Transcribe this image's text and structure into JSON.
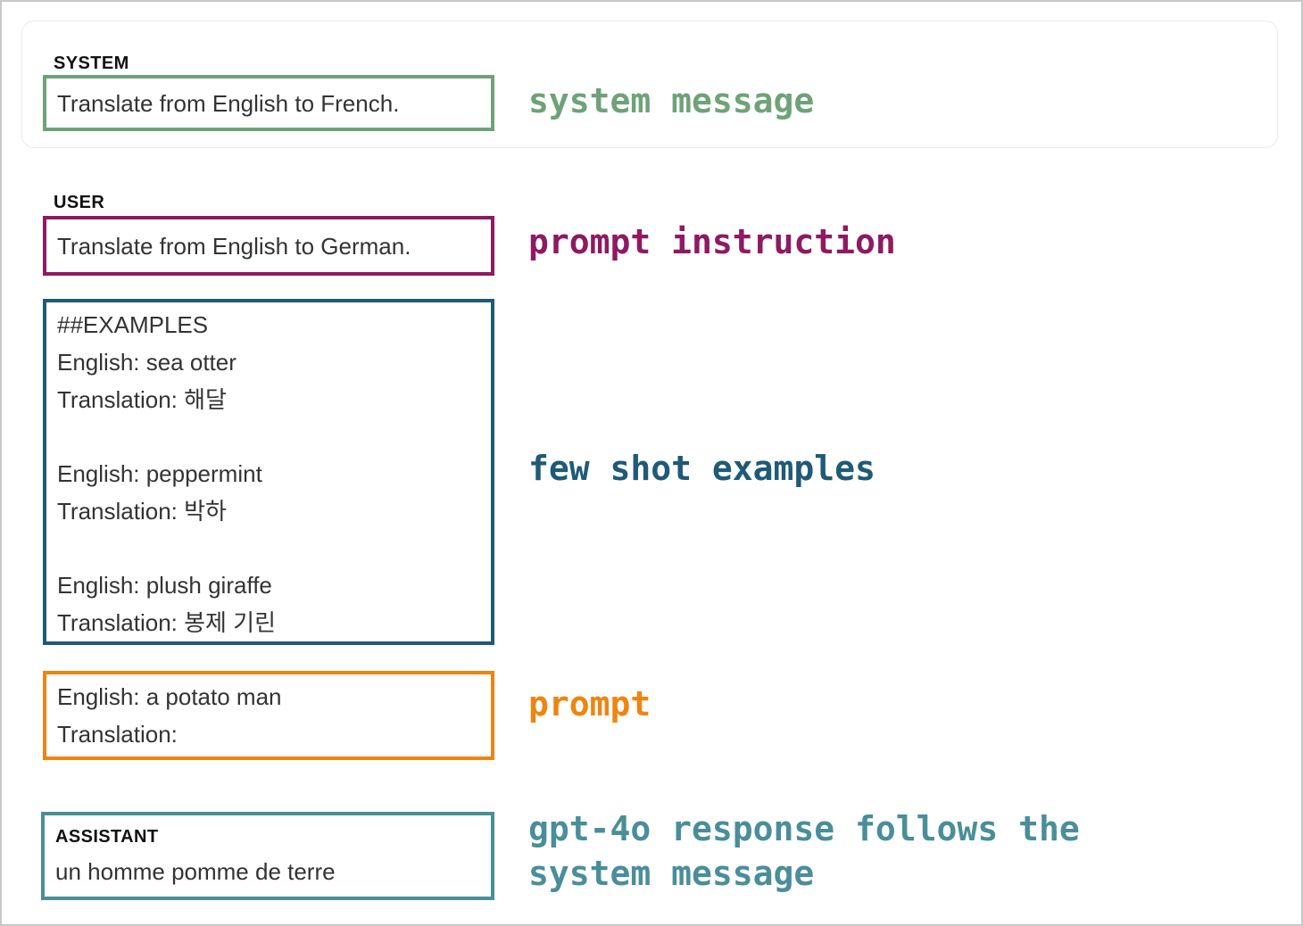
{
  "colors": {
    "system": "#6fa278",
    "instruction": "#8e1a62",
    "examples": "#1f5a77",
    "prompt": "#ee8510",
    "response": "#4a8e99"
  },
  "system": {
    "role": "SYSTEM",
    "text": "Translate from English to French.",
    "annotation": "system message"
  },
  "user": {
    "role": "USER",
    "instruction": "Translate from English to German.",
    "instruction_annotation": "prompt instruction",
    "examples": {
      "heading": "##EXAMPLES",
      "items": [
        {
          "english": "English: sea otter",
          "translation": "Translation: 해달"
        },
        {
          "english": "English: peppermint",
          "translation": "Translation: 박하"
        },
        {
          "english": "English: plush giraffe",
          "translation": "Translation: 봉제 기린"
        }
      ],
      "annotation": "few shot examples"
    },
    "prompt": {
      "english": "English: a potato man",
      "translation": "Translation:",
      "annotation": "prompt"
    }
  },
  "assistant": {
    "role": "ASSISTANT",
    "text": "un homme pomme de terre",
    "annotation_line1": "gpt-4o response follows the",
    "annotation_line2": "system message"
  }
}
